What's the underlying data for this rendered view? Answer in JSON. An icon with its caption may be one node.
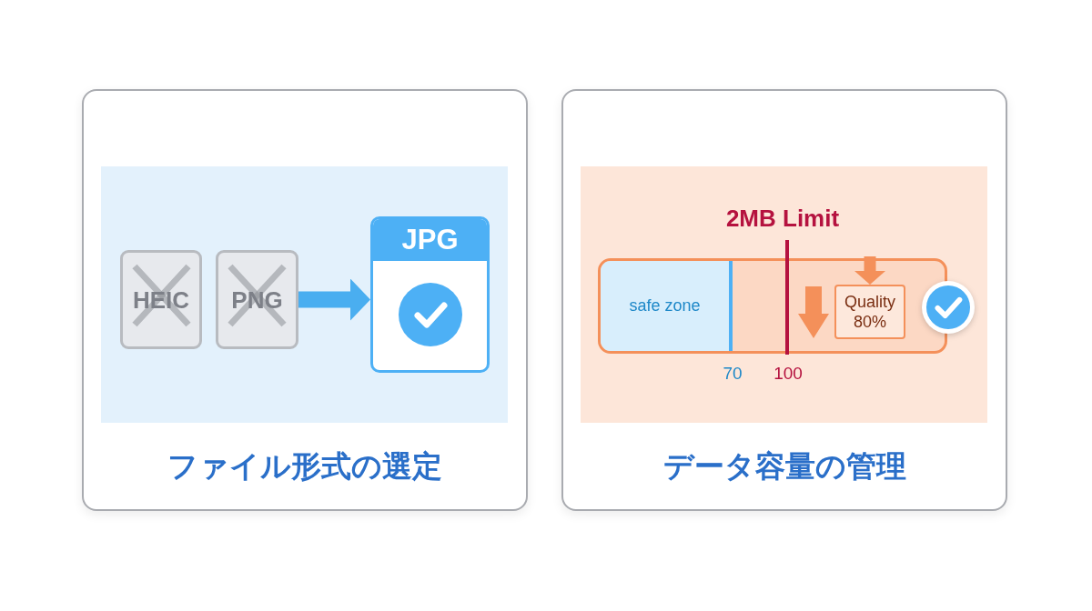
{
  "diagram": {
    "nodes": [
      {
        "text": [
          "ファイル形式の選定"
        ]
      },
      {
        "text": [
          "HEIC"
        ],
        "in": 0
      },
      {
        "text": [
          "PNG"
        ],
        "in": 0
      },
      {
        "text": [
          "JPG"
        ],
        "in": 0
      },
      {
        "text": [
          "データ容量の管理"
        ]
      },
      {
        "text": [],
        "shape": "bar",
        "in": 4
      },
      {
        "text": [
          "safe zone"
        ],
        "in": 5
      },
      {
        "text": [
          "Quality 80%"
        ],
        "in": 5
      }
    ],
    "edges": [
      {
        "from": 2,
        "to": 3,
        "arrow": "to",
        "color": "#4aaef0"
      },
      {
        "from": null,
        "to": 7,
        "arrow": "to",
        "color": "#f4905a"
      }
    ],
    "labels": [
      "2MB Limit",
      "70",
      "100"
    ]
  }
}
